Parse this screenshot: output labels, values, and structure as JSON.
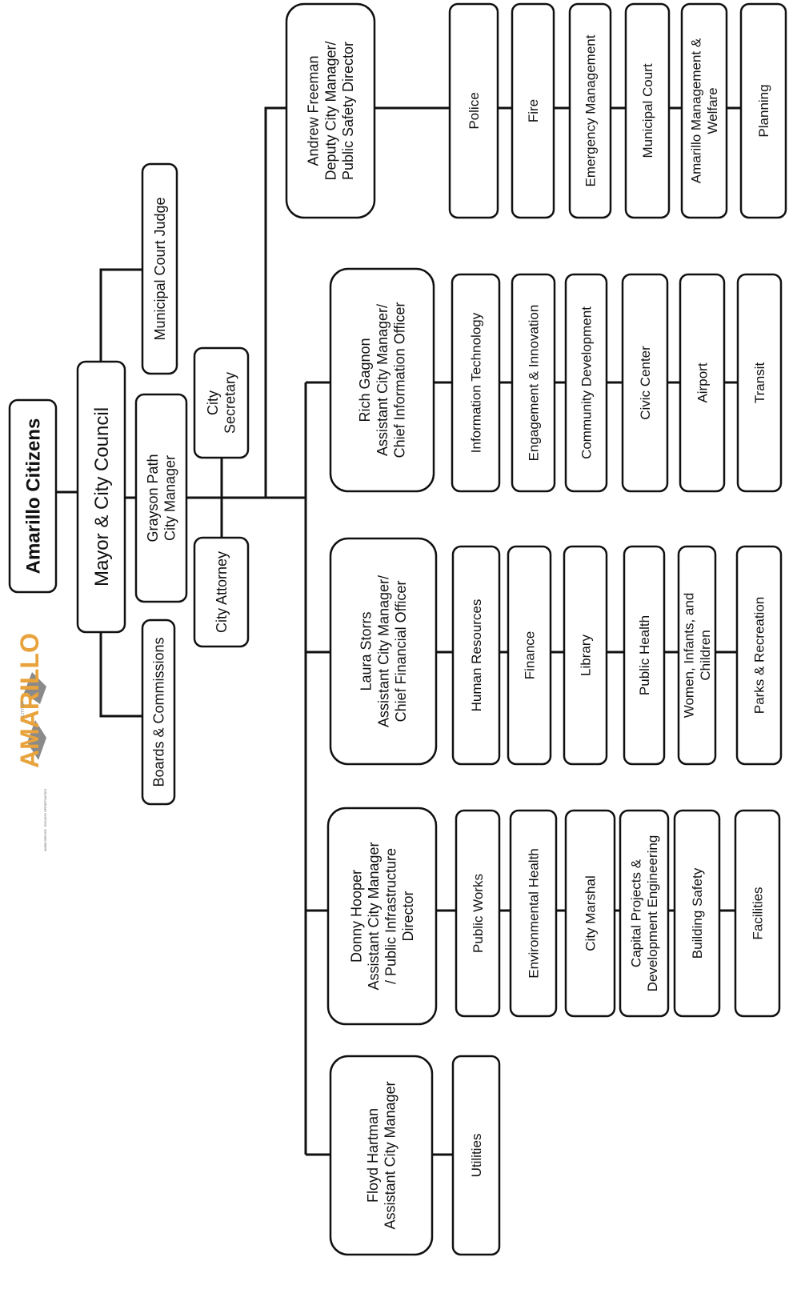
{
  "logo": {
    "small_text": "CITY OF",
    "name": "AMARILLO",
    "tagline": "WARM SERVICE · ENDLESS OPPORTUNITIES",
    "tm": "™",
    "colors": {
      "orange": "#E8A33D",
      "gray": "#8A8A8A"
    }
  },
  "top": {
    "citizens": "Amarillo Citizens",
    "council": "Mayor & City Council",
    "boards": "Boards & Commissions",
    "judge": "Municipal Court Judge",
    "cm_name": "Grayson Path",
    "cm_title": "City Manager",
    "attorney": "City Attorney",
    "secretary_l1": "City",
    "secretary_l2": "Secretary"
  },
  "managers": [
    {
      "lines": [
        "Andrew Freeman",
        "Deputy City Manager/",
        "Public Safety Director"
      ],
      "departments": [
        [
          "Police"
        ],
        [
          "Fire"
        ],
        [
          "Emergency Management"
        ],
        [
          "Municipal Court"
        ],
        [
          "Amarillo Management &",
          "Welfare"
        ],
        [
          "Planning"
        ]
      ]
    },
    {
      "lines": [
        "Rich Gagnon",
        "Assistant City Manager/",
        "Chief Information Officer"
      ],
      "departments": [
        [
          "Information Technology"
        ],
        [
          "Engagement & Innovation"
        ],
        [
          "Community Development"
        ],
        [
          "Civic Center"
        ],
        [
          "Airport"
        ],
        [
          "Transit"
        ]
      ]
    },
    {
      "lines": [
        "Laura Storrs",
        "Assistant City Manager/",
        "Chief Financial Officer"
      ],
      "departments": [
        [
          "Human Resources"
        ],
        [
          "Finance"
        ],
        [
          "Library"
        ],
        [
          "Public Health"
        ],
        [
          "Women, Infants, and",
          "Children"
        ],
        [
          "Parks & Recreation"
        ]
      ]
    },
    {
      "lines": [
        "Donny Hooper",
        "Assistant City Manager",
        "/ Public Infrastructure",
        "Director"
      ],
      "departments": [
        [
          "Public Works"
        ],
        [
          "Environmental Health"
        ],
        [
          "City Marshal"
        ],
        [
          "Capital Projects &",
          "Development Engineering"
        ],
        [
          "Building Safety"
        ],
        [
          "Facilities"
        ]
      ]
    },
    {
      "lines": [
        "Floyd Hartman",
        "Assistant City Manager"
      ],
      "departments": [
        [
          "Utilities"
        ]
      ]
    }
  ]
}
